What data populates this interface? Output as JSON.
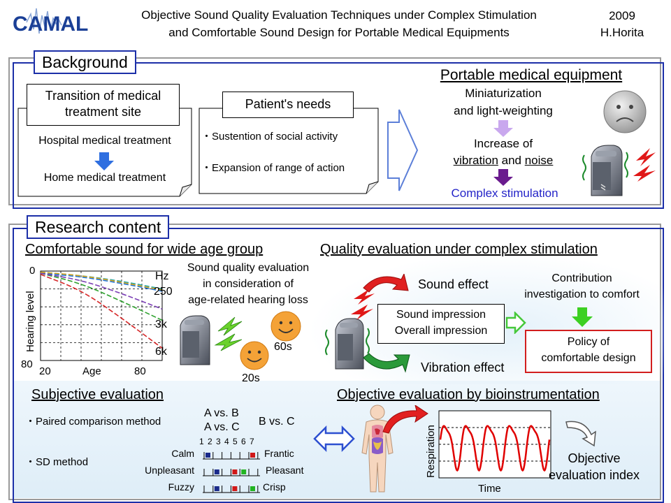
{
  "header": {
    "logo": "CAMAL",
    "title_line1": "Objective Sound Quality Evaluation Techniques under Complex Stimulation",
    "title_line2": "and Comfortable Sound Design for Portable Medical Equipments",
    "year": "2009",
    "author": "H.Horita"
  },
  "background": {
    "section_title": "Background",
    "transition_title": "Transition of medical treatment site",
    "hospital": "Hospital medical treatment",
    "home": "Home medical treatment",
    "needs_title": "Patient's needs",
    "need1": "・Sustention of social activity",
    "need2": "・Expansion of range of action",
    "equipment_title": "Portable medical equipment",
    "mini1": "Miniaturization",
    "mini2": "and light-weighting",
    "increase1": "Increase of",
    "vibration_word": "vibration",
    "and_word": " and ",
    "noise_word": "noise",
    "complex": "Complex stimulation"
  },
  "research": {
    "section_title": "Research content",
    "comfort_title": "Comfortable sound for wide age group",
    "quality_title": "Quality evaluation under complex stimulation",
    "sq_line1": "Sound quality evaluation",
    "sq_line2": "in consideration of",
    "sq_line3": "age-related hearing loss",
    "age60": "60s",
    "age20": "20s",
    "sound_effect": "Sound effect",
    "vibration_effect": "Vibration effect",
    "impression1": "Sound impression",
    "impression2": "Overall impression",
    "contrib1": "Contribution",
    "contrib2": "investigation to comfort",
    "policy1": "Policy of",
    "policy2": "comfortable design",
    "subjective_title": "Subjective evaluation",
    "paired": "・Paired comparison method",
    "sd": "・SD method",
    "ab": "A vs. B",
    "ac": "A vs. C",
    "bc": "B vs. C",
    "scale_numbers": "1 2 3 4 5 6 7",
    "pairs": [
      {
        "left": "Calm",
        "right": "Frantic",
        "marks": [
          1,
          6
        ]
      },
      {
        "left": "Unpleasant",
        "right": "Pleasant",
        "marks": [
          2,
          4,
          5
        ]
      },
      {
        "left": "Fuzzy",
        "right": "Crisp",
        "marks": [
          2,
          4,
          6
        ]
      }
    ],
    "objective_title": "Objective evaluation by bioinstrumentation",
    "respiration": "Respiration",
    "time": "Time",
    "index1": "Objective",
    "index2": "evaluation index"
  },
  "chart_data": {
    "type": "line",
    "title": "",
    "xlabel": "Age",
    "ylabel": "Hearing level",
    "xlim": [
      20,
      80
    ],
    "ylim": [
      0,
      80
    ],
    "y_inverted": true,
    "x_ticks": [
      "20",
      "80"
    ],
    "y_ticks": [
      "0",
      "80"
    ],
    "unit_label": "Hz",
    "series": [
      {
        "name": "250",
        "color": "#1f78e0",
        "x": [
          20,
          40,
          60,
          80
        ],
        "y": [
          2,
          5,
          11,
          18
        ]
      },
      {
        "name": "250",
        "color": "#2aa8a8",
        "x": [
          20,
          40,
          60,
          80
        ],
        "y": [
          1,
          4,
          9,
          16
        ]
      },
      {
        "name": "3k",
        "color": "#2ca02c",
        "x": [
          20,
          40,
          60,
          80
        ],
        "y": [
          2,
          11,
          27,
          44
        ]
      },
      {
        "name": "6k",
        "color": "#d62728",
        "x": [
          20,
          40,
          60,
          80
        ],
        "y": [
          3,
          17,
          42,
          69
        ]
      },
      {
        "name": "",
        "color": "#7b3fb5",
        "x": [
          20,
          40,
          60,
          80
        ],
        "y": [
          2,
          8,
          20,
          34
        ]
      },
      {
        "name": "",
        "color": "#d8a017",
        "x": [
          20,
          40,
          60,
          80
        ],
        "y": [
          1,
          4,
          10,
          17
        ]
      }
    ]
  },
  "respiration_data": {
    "type": "line",
    "cycles": 5,
    "color": "#e00000"
  }
}
